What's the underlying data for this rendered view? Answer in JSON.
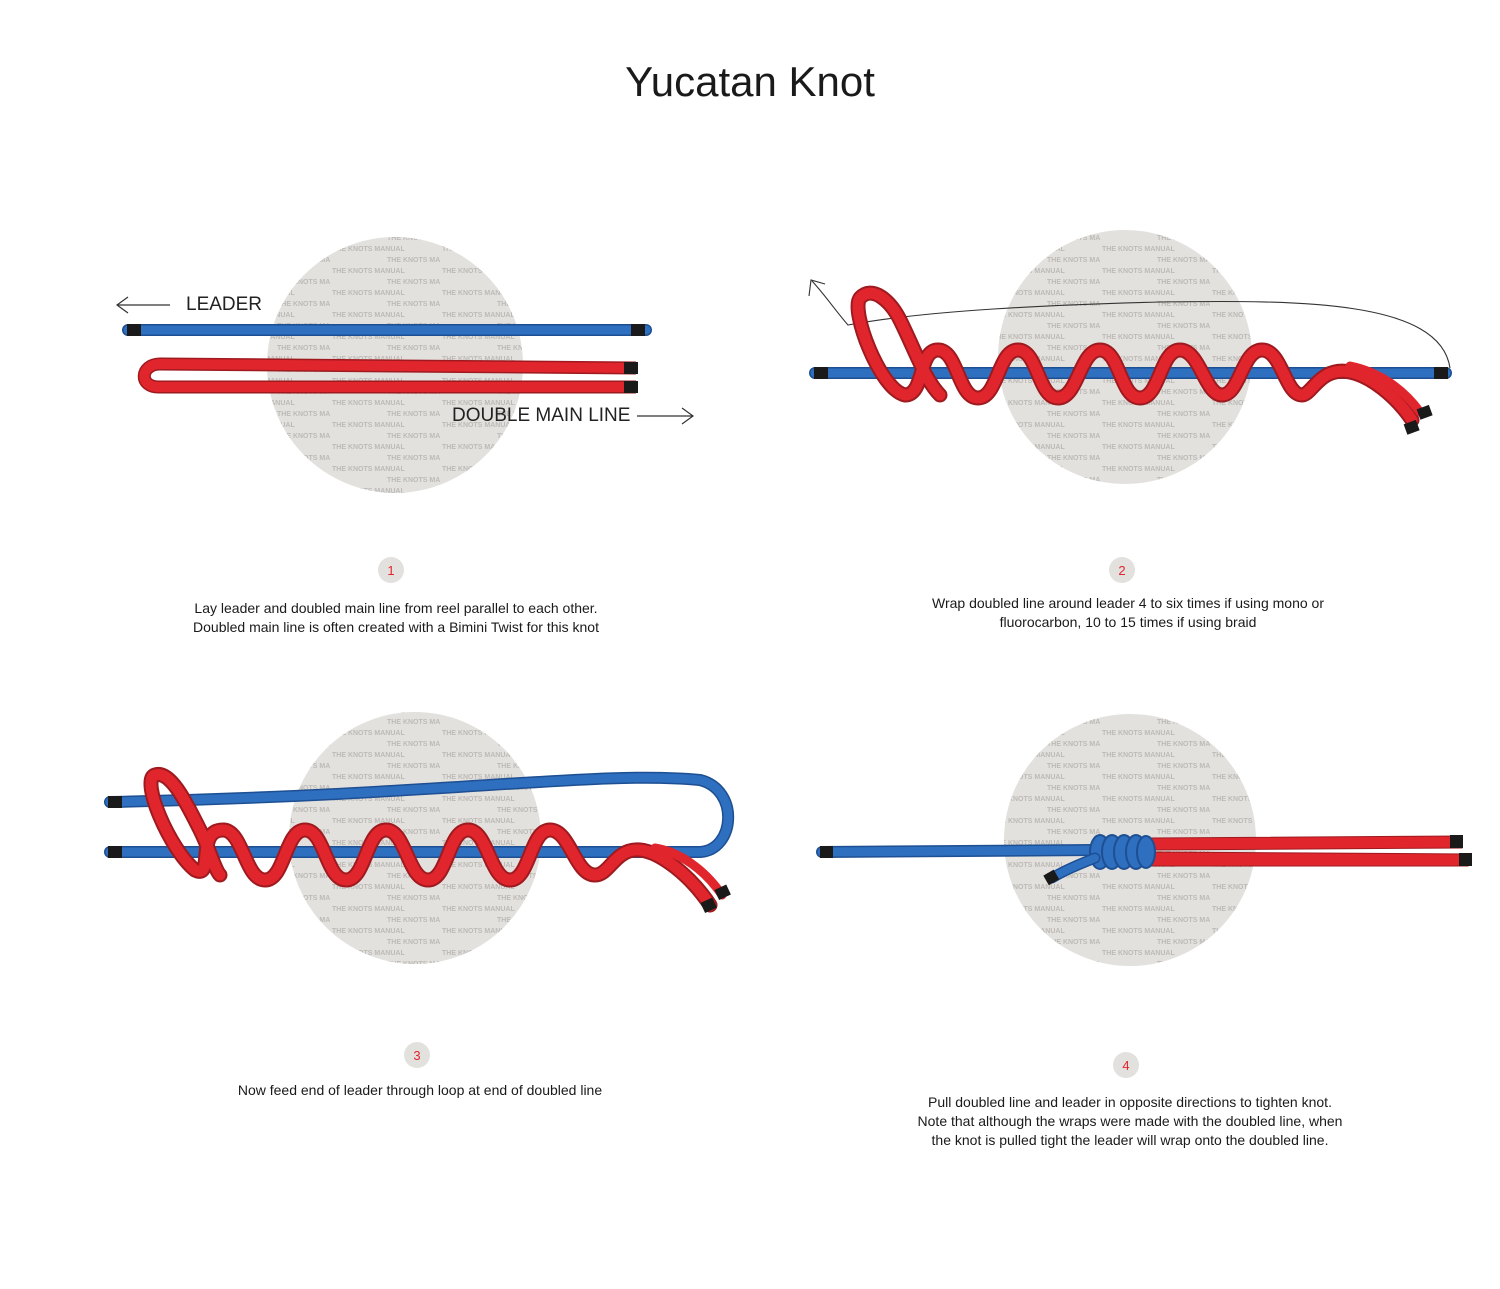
{
  "title": "Yucatan Knot",
  "colors": {
    "leader": "#2e6fc0",
    "main_line": "#e1252d",
    "line_end": "#1a1a1a",
    "background_disc": "#e3e1de",
    "step_number": "#e1252d"
  },
  "watermark": "THE KNOTS MANUAL",
  "steps": [
    {
      "number": "1",
      "labels": {
        "leader": "LEADER",
        "double_main_line": "DOUBLE MAIN LINE"
      },
      "caption": [
        "Lay leader and doubled main line from reel parallel to each other.",
        "Doubled main line is often created with a Bimini Twist for this knot"
      ]
    },
    {
      "number": "2",
      "caption": [
        "Wrap doubled line around leader 4 to six times if using mono or",
        "fluorocarbon, 10 to 15 times if using braid"
      ]
    },
    {
      "number": "3",
      "caption": [
        "Now feed end of leader through loop at end of doubled line"
      ]
    },
    {
      "number": "4",
      "caption": [
        "Pull doubled line and leader in opposite directions to tighten knot.",
        "Note that although the wraps were made with the doubled line, when",
        "the knot is pulled tight the leader will wrap onto the doubled line."
      ]
    }
  ]
}
